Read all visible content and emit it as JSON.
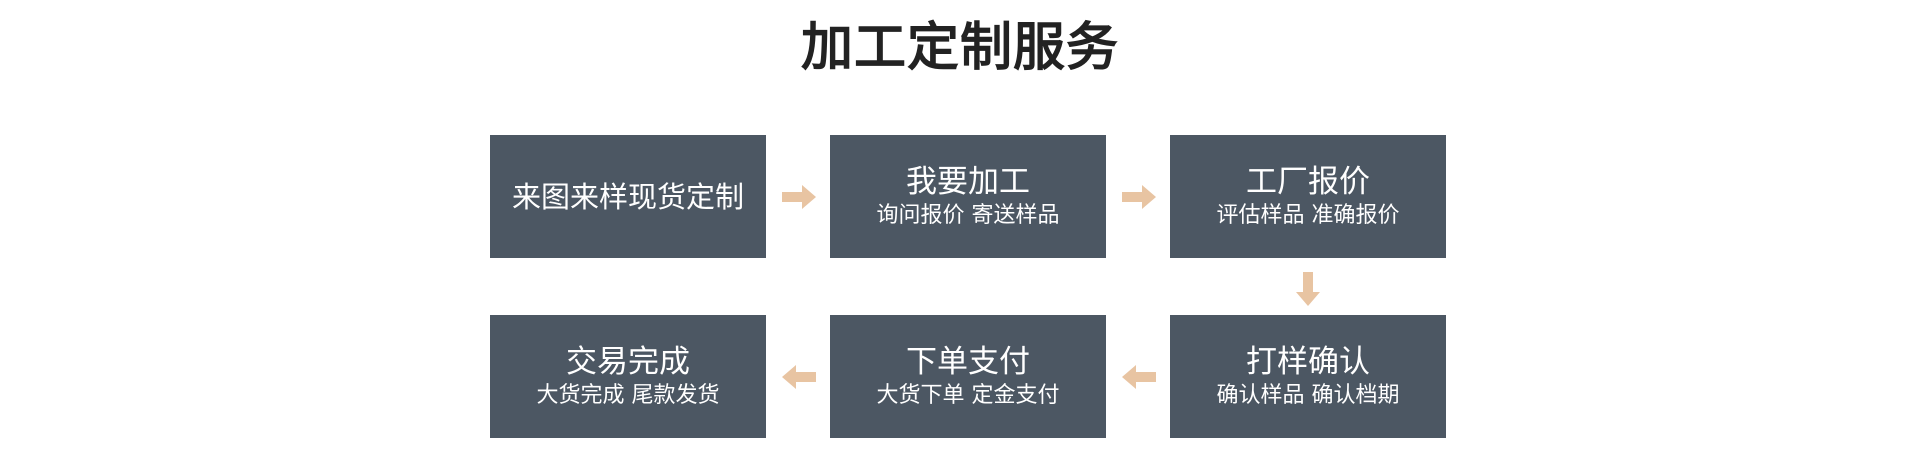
{
  "title": "加工定制服务",
  "colors": {
    "box_bg": "#4c5763",
    "box_text": "#ffffff",
    "arrow": "#e8c4a2",
    "title": "#222222"
  },
  "steps": [
    {
      "title": "来图来样现货定制",
      "subtitle": ""
    },
    {
      "title": "我要加工",
      "subtitle": "询问报价 寄送样品"
    },
    {
      "title": "工厂报价",
      "subtitle": "评估样品  准确报价"
    },
    {
      "title": "打样确认",
      "subtitle": "确认样品  确认档期"
    },
    {
      "title": "下单支付",
      "subtitle": "大货下单  定金支付"
    },
    {
      "title": "交易完成",
      "subtitle": "大货完成  尾款发货"
    }
  ],
  "arrows": [
    {
      "from": 1,
      "to": 2,
      "direction": "right",
      "icon": "arrow-right-icon"
    },
    {
      "from": 2,
      "to": 3,
      "direction": "right",
      "icon": "arrow-right-icon"
    },
    {
      "from": 3,
      "to": 4,
      "direction": "down",
      "icon": "arrow-down-icon"
    },
    {
      "from": 4,
      "to": 5,
      "direction": "left",
      "icon": "arrow-left-icon"
    },
    {
      "from": 5,
      "to": 6,
      "direction": "left",
      "icon": "arrow-left-icon"
    }
  ]
}
